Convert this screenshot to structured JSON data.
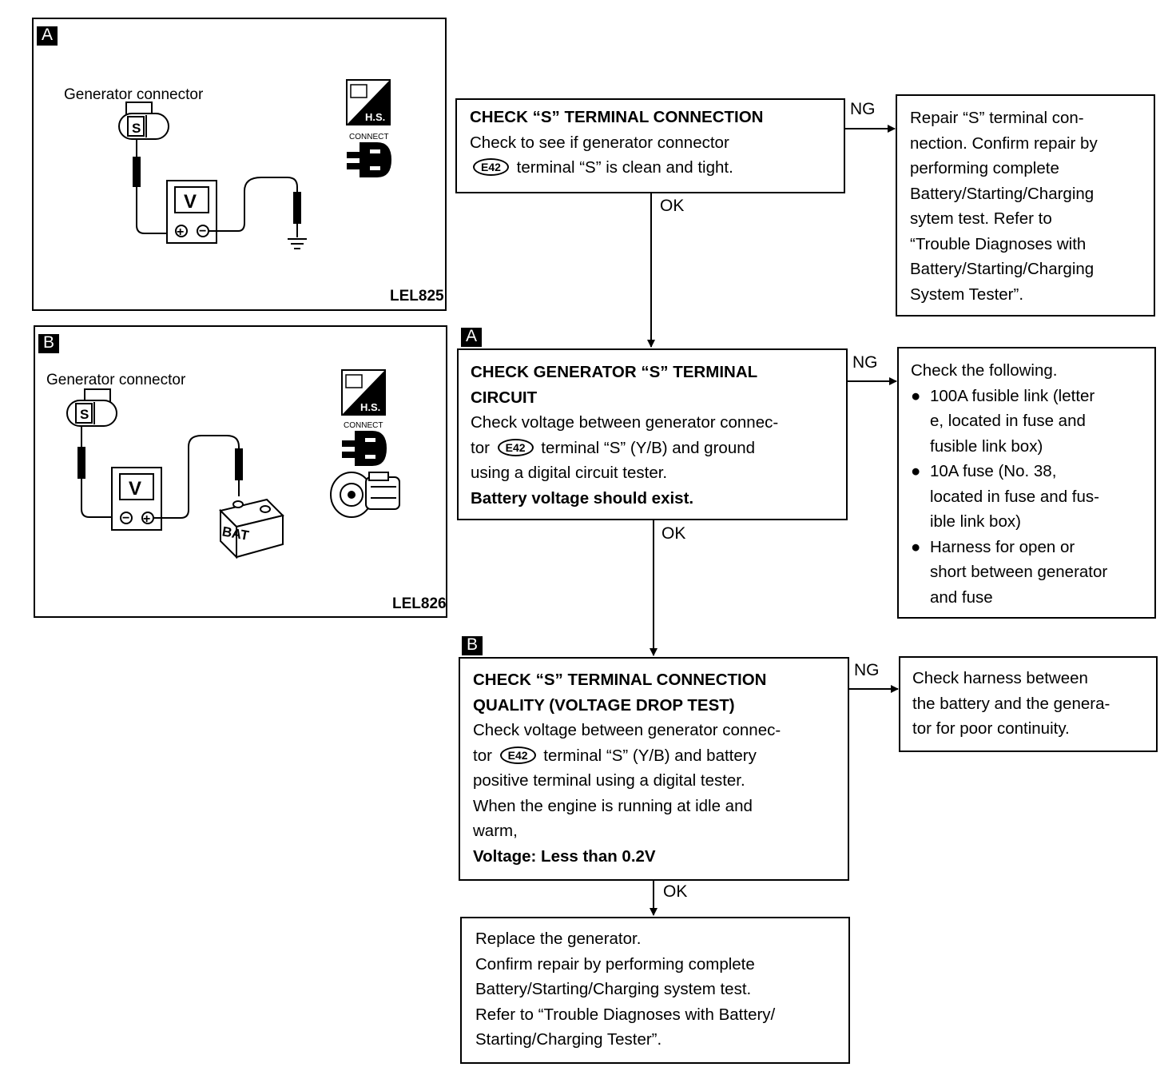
{
  "figures": {
    "a": {
      "tag": "A",
      "connector_label": "Generator connector",
      "pin": "S",
      "meter": "V",
      "plus": "+",
      "minus": "−",
      "hs": "H.S.",
      "connect": "CONNECT",
      "code": "LEL825"
    },
    "b": {
      "tag": "B",
      "connector_label": "Generator connector",
      "pin": "S",
      "meter": "V",
      "plus": "+",
      "minus": "−",
      "battery": "BAT",
      "hs": "H.S.",
      "connect": "CONNECT",
      "code": "LEL826"
    }
  },
  "flow": {
    "ng": "NG",
    "ok": "OK",
    "step1": {
      "title": "CHECK “S” TERMINAL CONNECTION",
      "line1": "Check to see if generator connector",
      "connector": "E42",
      "line2": "terminal “S” is clean and tight."
    },
    "step1_ng": [
      "Repair “S” terminal con-",
      "nection. Confirm repair by",
      "performing complete",
      "Battery/Starting/Charging",
      "sytem test. Refer to",
      "“Trouble Diagnoses with",
      "Battery/Starting/Charging",
      "System Tester”."
    ],
    "step2": {
      "tag": "A",
      "title": [
        "CHECK GENERATOR “S” TERMINAL",
        "CIRCUIT"
      ],
      "line1": "Check voltage between generator connec-",
      "pre": "tor",
      "connector": "E42",
      "post": "terminal “S” (Y/B) and ground",
      "line3": "using a digital circuit tester.",
      "result": "Battery voltage should exist."
    },
    "step2_ng": {
      "intro": "Check the following.",
      "items": [
        [
          "100A fusible link (letter",
          "e, located in fuse and",
          "fusible link box)"
        ],
        [
          "10A fuse (No. 38,",
          "located in fuse and fus-",
          "ible link box)"
        ],
        [
          "Harness for open or",
          "short between generator",
          "and fuse"
        ]
      ]
    },
    "step3": {
      "tag": "B",
      "title": [
        "CHECK “S” TERMINAL CONNECTION",
        "QUALITY (VOLTAGE DROP TEST)"
      ],
      "line1": "Check voltage between generator connec-",
      "pre": "tor",
      "connector": "E42",
      "post": "terminal “S” (Y/B) and battery",
      "line3": "positive terminal using a digital tester.",
      "line4": "When the engine is running at idle and",
      "line5": "warm,",
      "result": "Voltage: Less than 0.2V"
    },
    "step3_ng": [
      "Check harness between",
      "the battery and the genera-",
      "tor for poor continuity."
    ],
    "final": [
      "Replace the generator.",
      "Confirm repair by performing complete",
      "Battery/Starting/Charging system test.",
      "Refer to “Trouble Diagnoses with Battery/",
      "Starting/Charging Tester”."
    ]
  }
}
